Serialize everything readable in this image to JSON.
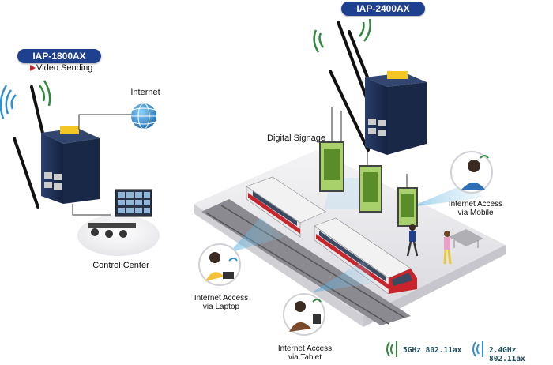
{
  "devices": {
    "left": {
      "badge": "IAP-1800AX",
      "caption": "Video Sending"
    },
    "right": {
      "badge": "IAP-2400AX"
    }
  },
  "labels": {
    "internet": "Internet",
    "control_center": "Control Center",
    "digital_signage": "Digital Signage",
    "mobile": [
      "Internet Access",
      "via Mobile"
    ],
    "laptop": [
      "Internet Access",
      "via Laptop"
    ],
    "tablet": [
      "Internet Access",
      "via Tablet"
    ]
  },
  "legend": [
    {
      "label": "5GHz 802.11ax",
      "color": "#2e8b3c"
    },
    {
      "label": "2.4GHz 802.11ax",
      "color": "#2f8fd0"
    }
  ],
  "colors": {
    "badge": "#1f3f8f",
    "device": "#1c2d4f",
    "terminal_block": "#f3c623",
    "train_red": "#c8242b",
    "beam_blue": "#7fc3e8",
    "signal_green": "#2e8b3c",
    "signal_blue": "#2f8fd0"
  },
  "icons": [
    "wifi-5ghz-icon",
    "wifi-24ghz-icon",
    "globe-icon",
    "play-marker-icon"
  ]
}
